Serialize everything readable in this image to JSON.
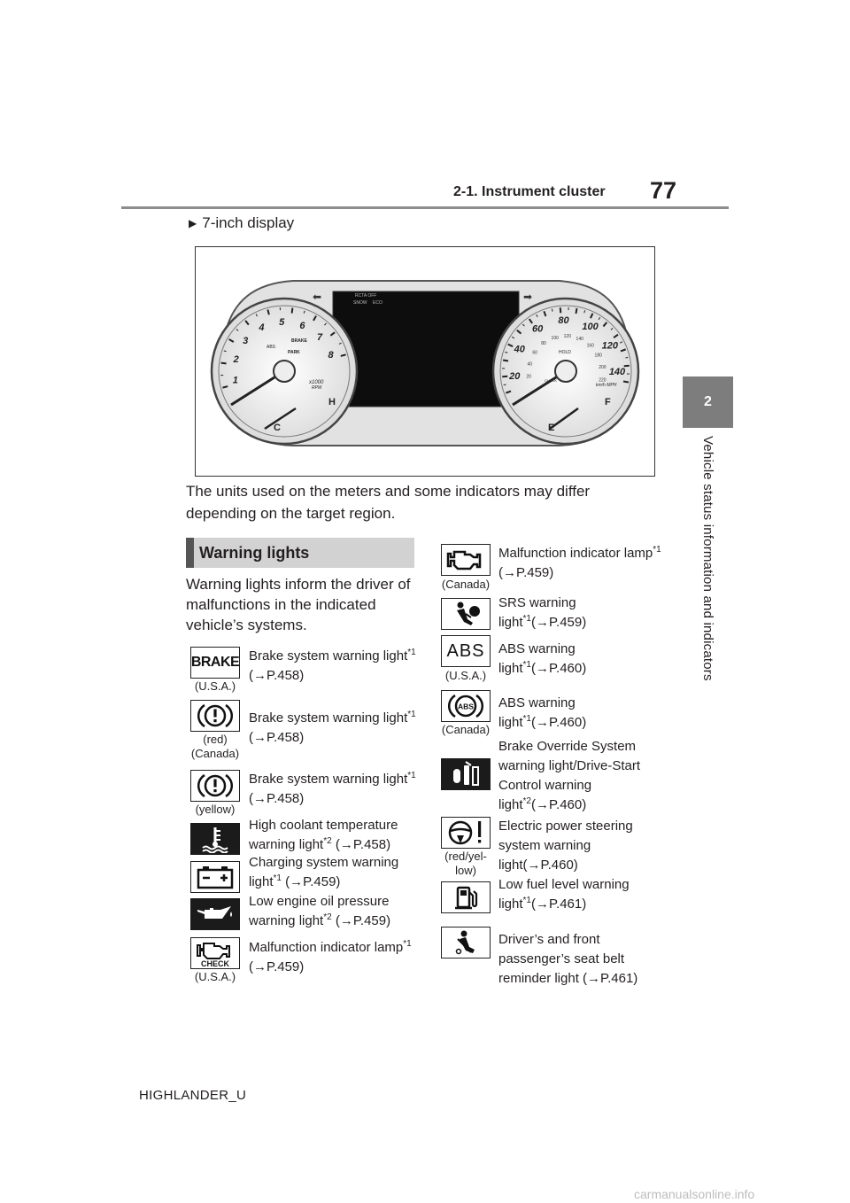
{
  "header": {
    "section_title": "2-1. Instrument cluster",
    "page_number": "77"
  },
  "side_tab": {
    "chapter_number": "2",
    "chapter_title": "Vehicle status information and indicators"
  },
  "display_label": "7-inch display",
  "cluster": {
    "tach_numbers": [
      "1",
      "2",
      "3",
      "4",
      "5",
      "6",
      "7",
      "8"
    ],
    "tach_unit_top": "x1000",
    "tach_unit_bottom": "RPM",
    "temp_low": "C",
    "temp_high": "H",
    "speed_mph": [
      "20",
      "40",
      "60",
      "80",
      "100",
      "120",
      "140"
    ],
    "speed_kmh": [
      "20",
      "40",
      "60",
      "80",
      "100",
      "120",
      "140",
      "160",
      "180",
      "200",
      "220"
    ],
    "speed_unit": "km/h MPH",
    "fuel_low": "E",
    "fuel_high": "F",
    "tach_labels": [
      "BRAKE",
      "PARK",
      "ABS"
    ],
    "screen_labels": [
      "RCTA OFF",
      "SNOW",
      "ECO"
    ],
    "speed_labels": [
      "HOLD",
      "CHECK"
    ]
  },
  "units_note": "The units used on the meters and some indicators may differ depending on the target region.",
  "section_heading": "Warning lights",
  "intro": "Warning lights inform the driver of malfunctions in the indicated vehicle’s systems.",
  "lights_left": [
    {
      "icon": "brake-text-icon",
      "icon_text": "BRAKE",
      "caption": "(U.S.A.)",
      "text": "Brake system warning light",
      "sup": "*1",
      "ref": " (→P.458)"
    },
    {
      "icon": "brake-exclamation-icon",
      "caption": "(red)\n(Canada)",
      "text": "Brake system warning light",
      "sup": "*1",
      "ref": " (→P.458)"
    },
    {
      "icon": "brake-exclamation-icon",
      "caption": "(yellow)",
      "text": "Brake system warning light",
      "sup": "*1",
      "ref": " (→P.458)"
    },
    {
      "icon": "coolant-temperature-icon",
      "caption": "",
      "text": "High coolant temperature warning light",
      "sup": "*2",
      "ref": " (→P.458)"
    },
    {
      "icon": "battery-icon",
      "caption": "",
      "text": "Charging system warning light",
      "sup": "*1",
      "ref": " (→P.459)"
    },
    {
      "icon": "oil-can-icon",
      "caption": "",
      "text": "Low engine oil pressure warning light",
      "sup": "*2",
      "ref": " (→P.459)"
    },
    {
      "icon": "check-engine-icon",
      "icon_text": "CHECK",
      "caption": "(U.S.A.)",
      "text": "Malfunction indicator lamp",
      "sup": "*1",
      "ref": " (→P.459)"
    }
  ],
  "lights_right": [
    {
      "icon": "engine-icon",
      "caption": "(Canada)",
      "text": "Malfunction indicator lamp",
      "sup": "*1",
      "ref": " (→P.459)"
    },
    {
      "icon": "srs-airbag-icon",
      "caption": "",
      "text": "SRS warning light",
      "sup": "*1",
      "ref": "(→P.459)"
    },
    {
      "icon": "abs-text-icon",
      "icon_text": "ABS",
      "caption": "(U.S.A.)",
      "text": "ABS warning light",
      "sup": "*1",
      "ref": "(→P.460)"
    },
    {
      "icon": "abs-circle-icon",
      "icon_text": "ABS",
      "caption": "(Canada)",
      "text": "ABS warning light",
      "sup": "*1",
      "ref": "(→P.460)"
    },
    {
      "icon": "brake-override-icon",
      "caption": "",
      "text": "Brake Override System warning light/Drive-Start Control warning light",
      "sup": "*2",
      "ref": "(→P.460)"
    },
    {
      "icon": "steering-warning-icon",
      "caption": "(red/yel-\nlow)",
      "text": "Electric power steering system warning light",
      "sup": "",
      "ref": "(→P.460)"
    },
    {
      "icon": "fuel-pump-icon",
      "caption": "",
      "text": "Low fuel level warning light",
      "sup": "*1",
      "ref": "(→P.461)"
    },
    {
      "icon": "seat-belt-icon",
      "caption": "",
      "text": "Driver’s and front passenger’s seat belt reminder light",
      "sup": "",
      "ref": " (→P.461)"
    }
  ],
  "footer": "HIGHLANDER_U",
  "watermark": "carmanualsonline.info"
}
